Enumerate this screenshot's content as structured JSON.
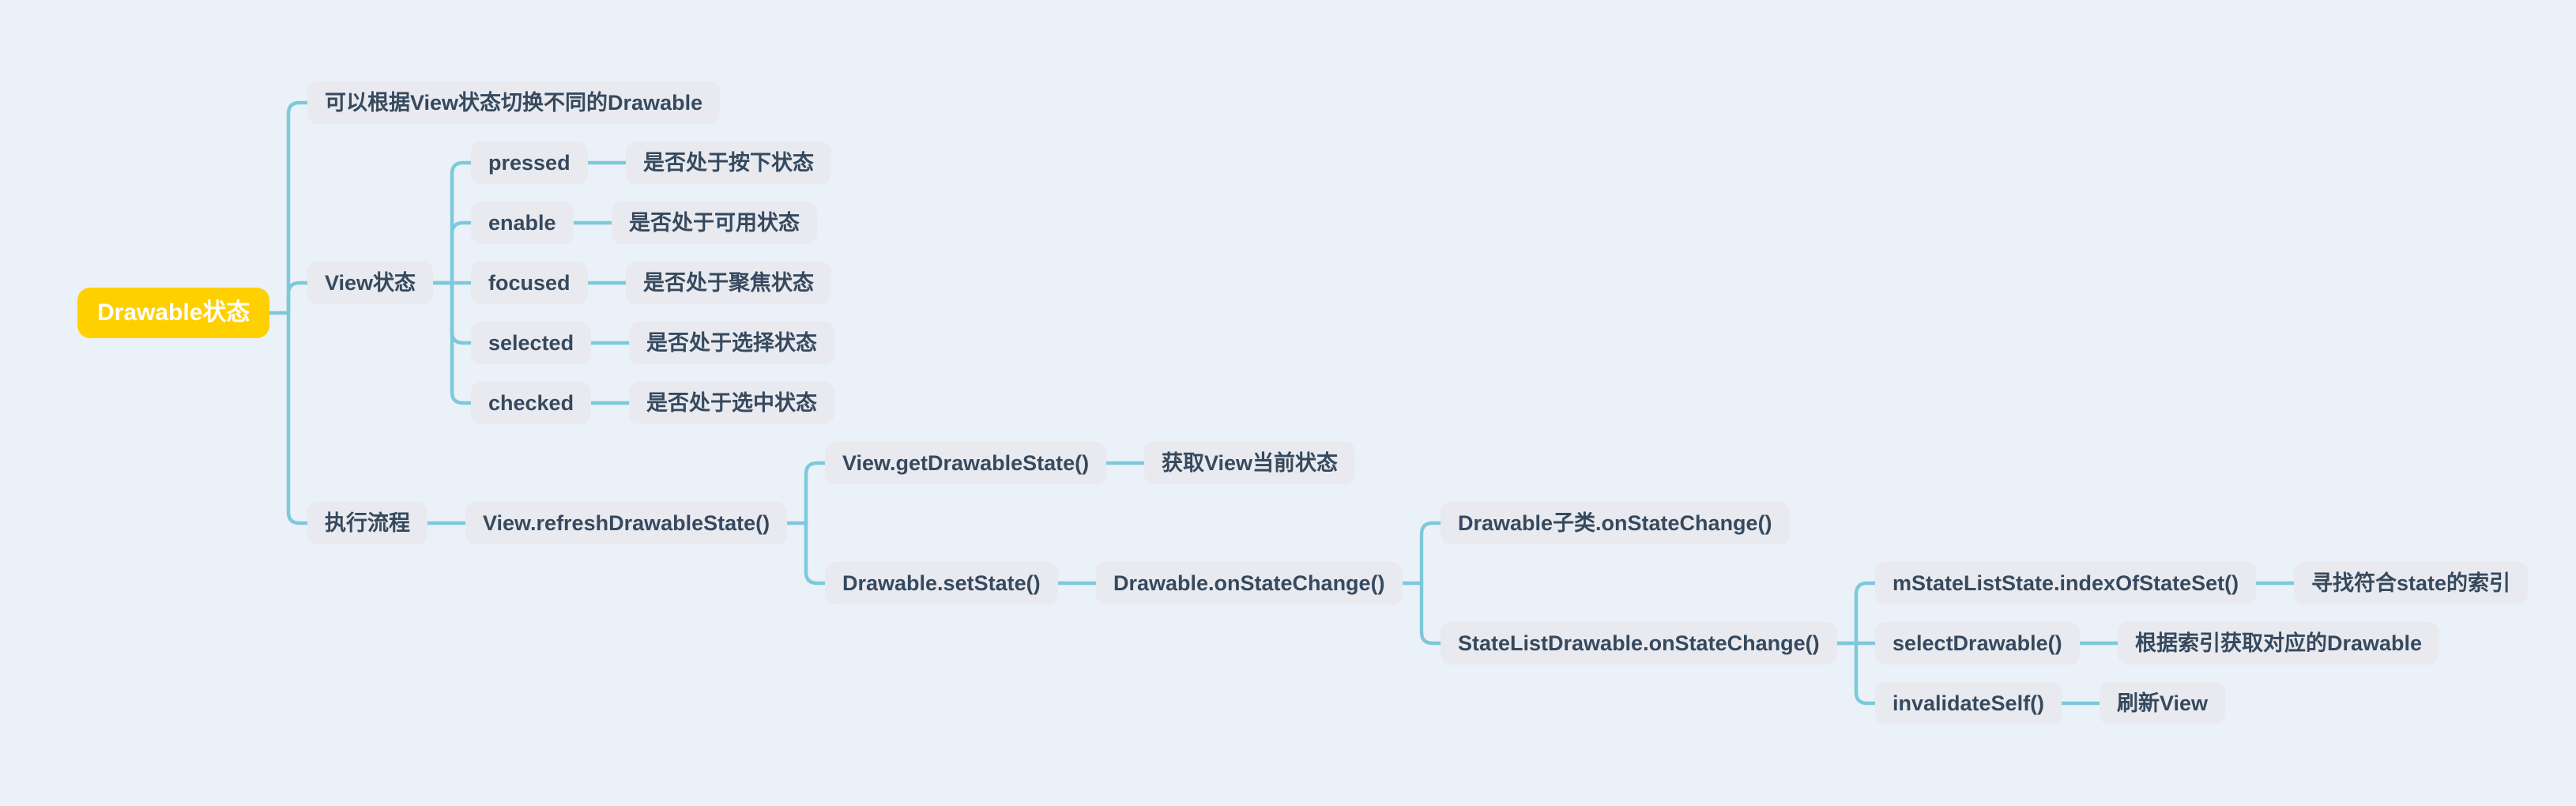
{
  "colors": {
    "background": "#EBF1F8",
    "node_bg": "#E8EAEF",
    "node_text": "#36495E",
    "connector": "#7CC9DA",
    "root_bg": "#FFD000",
    "root_text": "#FFFFFF"
  },
  "tree": {
    "id": "drawable-state",
    "label": "Drawable状态",
    "children": [
      {
        "id": "desc-switch-drawable",
        "label": "可以根据View状态切换不同的Drawable"
      },
      {
        "id": "view-state",
        "label": "View状态",
        "children": [
          {
            "id": "pressed",
            "label": "pressed",
            "children": [
              {
                "id": "pressed-desc",
                "label": "是否处于按下状态"
              }
            ]
          },
          {
            "id": "enable",
            "label": "enable",
            "children": [
              {
                "id": "enable-desc",
                "label": "是否处于可用状态"
              }
            ]
          },
          {
            "id": "focused",
            "label": "focused",
            "children": [
              {
                "id": "focused-desc",
                "label": "是否处于聚焦状态"
              }
            ]
          },
          {
            "id": "selected",
            "label": "selected",
            "children": [
              {
                "id": "selected-desc",
                "label": "是否处于选择状态"
              }
            ]
          },
          {
            "id": "checked",
            "label": "checked",
            "children": [
              {
                "id": "checked-desc",
                "label": "是否处于选中状态"
              }
            ]
          }
        ]
      },
      {
        "id": "exec-flow",
        "label": "执行流程",
        "children": [
          {
            "id": "view-refresh-drawable-state",
            "label": "View.refreshDrawableState()",
            "children": [
              {
                "id": "view-get-drawable-state",
                "label": "View.getDrawableState()",
                "children": [
                  {
                    "id": "get-state-desc",
                    "label": "获取View当前状态"
                  }
                ]
              },
              {
                "id": "drawable-set-state",
                "label": "Drawable.setState()",
                "children": [
                  {
                    "id": "drawable-on-state-change",
                    "label": "Drawable.onStateChange()",
                    "children": [
                      {
                        "id": "drawable-subclass-on-state-change",
                        "label": "Drawable子类.onStateChange()"
                      },
                      {
                        "id": "state-list-drawable-on-state-change",
                        "label": "StateListDrawable.onStateChange()",
                        "children": [
                          {
                            "id": "index-of-state-set",
                            "label": "mStateListState.indexOfStateSet()",
                            "children": [
                              {
                                "id": "index-of-state-set-desc",
                                "label": "寻找符合state的索引"
                              }
                            ]
                          },
                          {
                            "id": "select-drawable",
                            "label": "selectDrawable()",
                            "children": [
                              {
                                "id": "select-drawable-desc",
                                "label": "根据索引获取对应的Drawable"
                              }
                            ]
                          },
                          {
                            "id": "invalidate-self",
                            "label": "invalidateSelf()",
                            "children": [
                              {
                                "id": "invalidate-self-desc",
                                "label": "刷新View"
                              }
                            ]
                          }
                        ]
                      }
                    ]
                  }
                ]
              }
            ]
          }
        ]
      }
    ]
  }
}
